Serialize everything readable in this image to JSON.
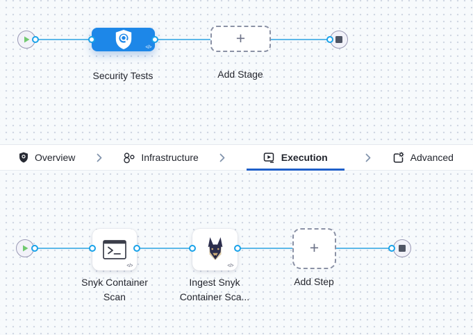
{
  "colors": {
    "background": "#f7fafc",
    "grid_dot": "#cfd6e2",
    "edge_line": "#5cb8e8",
    "connector_ring": "#18a2e9",
    "stage_blue": "#1d87e8",
    "active_tab_underline": "#1e5fc9",
    "play_green": "#71c96f",
    "stop_square": "#4f5564",
    "dashed_border": "#8a91a5",
    "text_primary": "#24262e",
    "chevron": "#8294ad"
  },
  "stage_pipeline": {
    "stage": {
      "label": "Security Tests",
      "icon": "sto-shield-icon",
      "code_badge": "</>"
    },
    "add_stage": {
      "label": "Add Stage",
      "plus": "+"
    }
  },
  "tabs": {
    "items": [
      {
        "label": "Overview",
        "icon": "shield-icon",
        "active": false
      },
      {
        "label": "Infrastructure",
        "icon": "infrastructure-icon",
        "active": false
      },
      {
        "label": "Execution",
        "icon": "execution-icon",
        "active": true
      },
      {
        "label": "Advanced",
        "icon": "advanced-icon",
        "active": false
      }
    ]
  },
  "step_pipeline": {
    "steps": [
      {
        "label_line1": "Snyk Container",
        "label_line2": "Scan",
        "icon": "terminal-icon",
        "code_badge": "</>"
      },
      {
        "label_line1": "Ingest Snyk",
        "label_line2": "Container Sca...",
        "icon": "snyk-doberman-icon",
        "code_badge": "</>"
      }
    ],
    "add_step": {
      "label": "Add Step",
      "plus": "+"
    }
  }
}
